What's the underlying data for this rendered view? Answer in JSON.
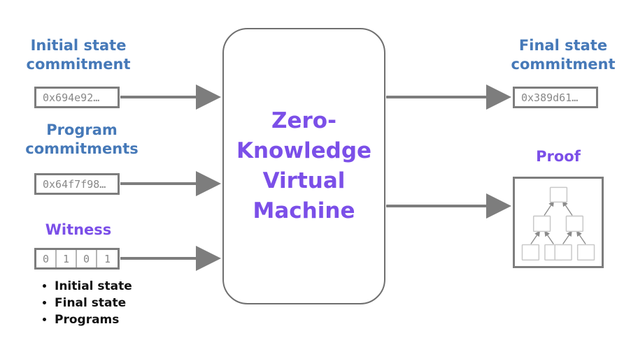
{
  "diagram": {
    "title": "Zero-Knowledge Virtual Machine pipeline",
    "colors": {
      "label_blue": "#4679b8",
      "label_purple": "#7b4fe8",
      "arrow_gray": "#7d7d7d",
      "box_border": "#7d7d7d",
      "value_text": "#888888",
      "background": "#ffffff"
    }
  },
  "inputs": {
    "initial_state": {
      "label": "Initial state\ncommitment",
      "value": "0x694e92…"
    },
    "program": {
      "label": "Program\ncommitments",
      "value": "0x64f7f98…"
    },
    "witness": {
      "label": "Witness",
      "cells": [
        "0",
        "1",
        "0",
        "1"
      ],
      "notes": [
        "Initial state",
        "Final state",
        "Programs"
      ]
    }
  },
  "processor": {
    "label": "Zero-\nKnowledge\nVirtual\nMachine"
  },
  "outputs": {
    "final_state": {
      "label": "Final state\ncommitment",
      "value": "0x389d61…"
    },
    "proof": {
      "label": "Proof",
      "tree": {
        "type": "merkle-tree",
        "levels": 3,
        "leaf_count": 4
      }
    }
  }
}
